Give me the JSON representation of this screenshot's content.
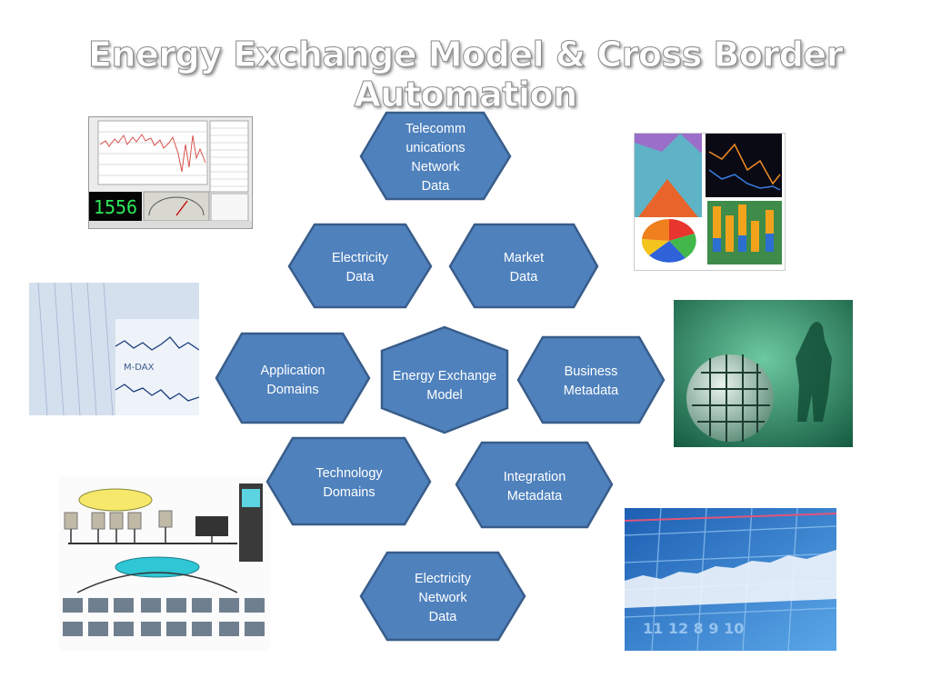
{
  "slide": {
    "title": "Energy Exchange Model & Cross Border Automation"
  },
  "nodes": {
    "telecom": [
      "Telecomm",
      "unications",
      "Network",
      "Data"
    ],
    "electricity": [
      "Electricity",
      "Data"
    ],
    "market": [
      "Market",
      "Data"
    ],
    "application": [
      "Application",
      "Domains"
    ],
    "center": [
      "Energy Exchange",
      "Model"
    ],
    "business": [
      "Business",
      "Metadata"
    ],
    "technology": [
      "Technology",
      "Domains"
    ],
    "integration": [
      "Integration",
      "Metadata"
    ],
    "electricity_network": [
      "Electricity",
      "Network",
      "Data"
    ]
  },
  "colors": {
    "hex_fill": "#4f81bd",
    "hex_stroke": "#385d8a",
    "label": "#ffffff"
  },
  "images": {
    "trading_screen_counter": "1556"
  }
}
